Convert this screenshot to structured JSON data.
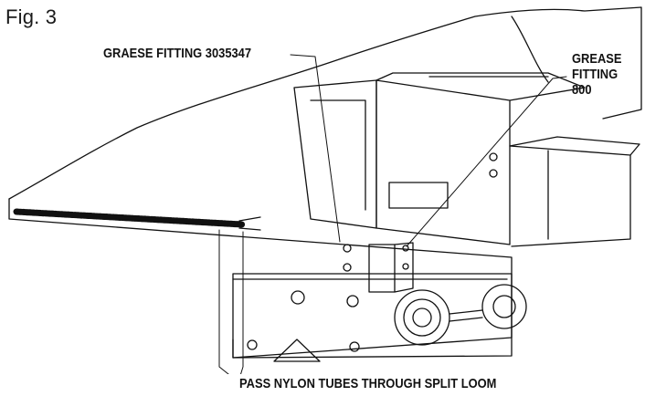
{
  "figure": {
    "title": "Fig. 3"
  },
  "callouts": {
    "graese_fitting": "GRAESE FITTING 3035347",
    "grease_fitting_line1": "GREASE",
    "grease_fitting_line2": "FITTING",
    "grease_fitting_line3": "800",
    "split_loom": "PASS NYLON TUBES THROUGH SPLIT LOOM"
  },
  "colors": {
    "line": "#111111",
    "background": "#ffffff",
    "shadow": "#2a2a2a"
  }
}
